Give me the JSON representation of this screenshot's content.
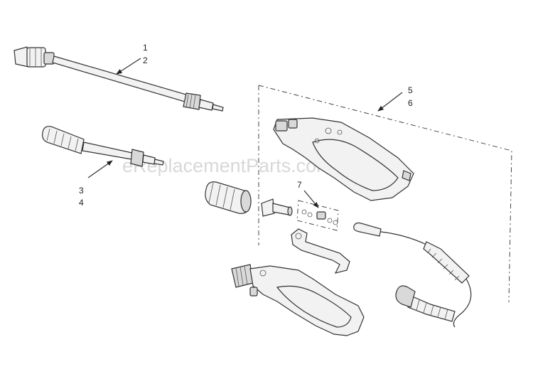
{
  "watermark": "eReplacementParts.com",
  "callouts": [
    {
      "id": "c1",
      "label": "1"
    },
    {
      "id": "c2",
      "label": "2"
    },
    {
      "id": "c3",
      "label": "3"
    },
    {
      "id": "c4",
      "label": "4"
    },
    {
      "id": "c5",
      "label": "5"
    },
    {
      "id": "c6",
      "label": "6"
    },
    {
      "id": "c7",
      "label": "7"
    }
  ]
}
